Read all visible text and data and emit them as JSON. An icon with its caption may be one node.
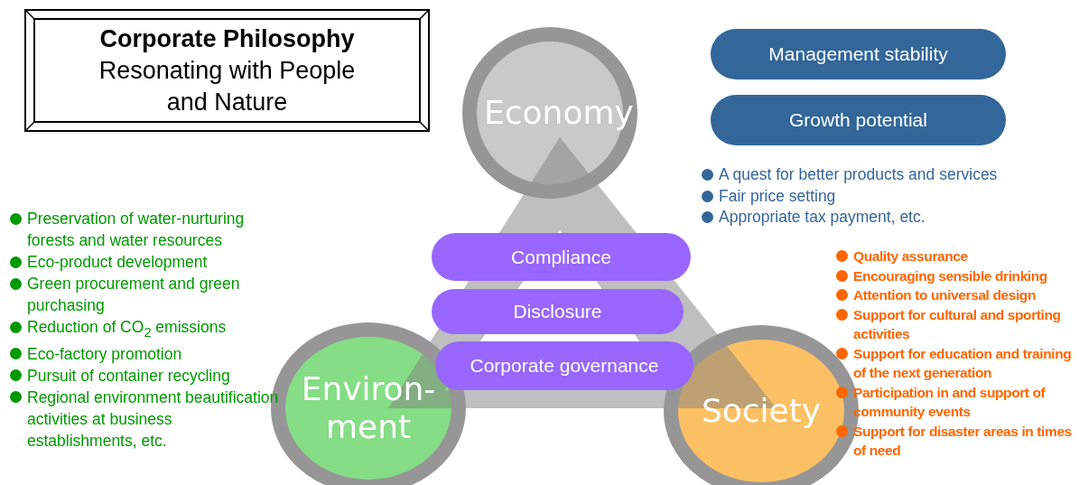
{
  "diagram": {
    "nodes": [
      {
        "text": [
          "Corporate Philosophy",
          "Resonating with People and Nature"
        ]
      },
      {
        "text": [
          "Economy"
        ]
      },
      {
        "text": [
          "Environ- ment"
        ]
      },
      {
        "text": [
          "Society"
        ]
      },
      {
        "text": [
          "Management stability"
        ]
      },
      {
        "text": [
          "Growth potential"
        ]
      },
      {
        "text": [
          "Compliance"
        ]
      },
      {
        "text": [
          "Disclosure"
        ]
      },
      {
        "text": [
          "Corporate governance"
        ]
      }
    ],
    "labels": [
      "A quest for better products and services",
      "Fair price setting",
      "Appropriate tax payment, etc.",
      "Preservation of water-nurturing forests and water resources",
      "Eco-product development",
      "Green procurement and green purchasing",
      "Reduction of CO$_{2}$ emissions",
      "Eco-factory promotion",
      "Pursuit of container recycling",
      "Regional environment beautification activities at business establishments, etc.",
      "Quality assurance",
      "Encouraging sensible drinking",
      "Attention to universal design",
      "Support for cultural and sporting activities",
      "Support for education and training of the next generation",
      "Participation in and support of community events",
      "Support for disaster areas in times of need"
    ]
  }
}
